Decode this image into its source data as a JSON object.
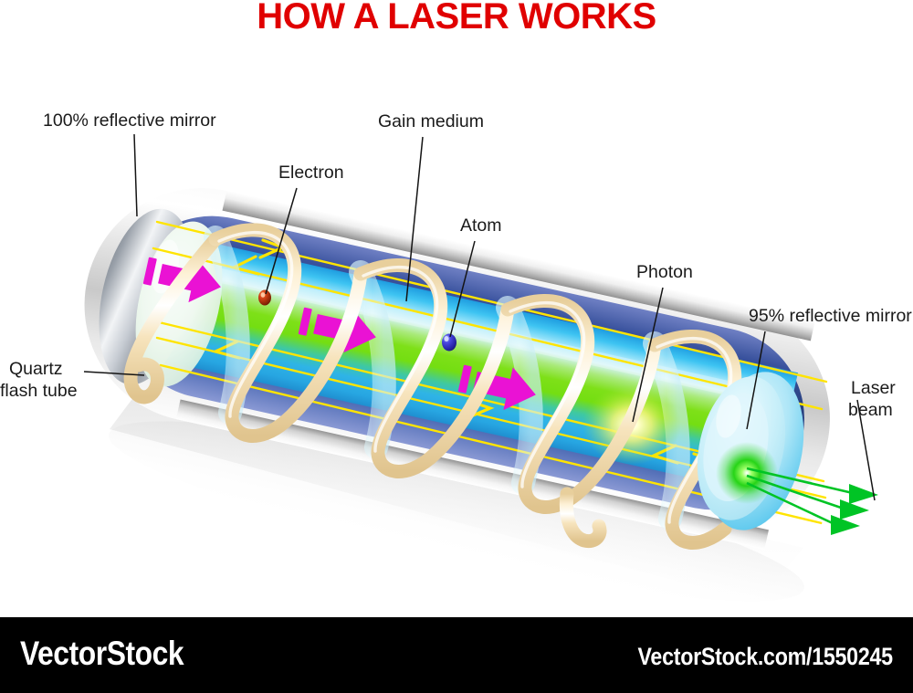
{
  "title": "HOW A LASER WORKS",
  "title_color": "#e00000",
  "labels": {
    "mirror_100": "100% reflective mirror",
    "electron": "Electron",
    "gain_medium": "Gain medium",
    "atom": "Atom",
    "photon": "Photon",
    "mirror_95": "95% reflective mirror",
    "quartz_line1": "Quartz",
    "quartz_line2": "flash tube",
    "laser_line1": "Laser",
    "laser_line2": "beam"
  },
  "footer": {
    "brand": "VectorStock",
    "url": "VectorStock.com/1550245",
    "background": "#000000",
    "text_color": "#ffffff"
  },
  "colors": {
    "outer_shell": "#d8d8d8",
    "inner_blue": "#2d4a8f",
    "core_cyan": "#29b6f0",
    "core_green": "#76e015",
    "flash_tube": "#f6e2b8",
    "pump_arrow": "#ea12d4",
    "light_ray": "#ffe400",
    "laser_beam": "#00c425",
    "electron": "#a52a0a",
    "atom": "#3a34c8",
    "photon_glow": "#fffbc0",
    "mirror_back": "#9aa2ac",
    "mirror_out": "#b9e8f5"
  },
  "diagram": {
    "type": "schematic-cutaway",
    "subject": "optically pumped solid-state laser cavity",
    "axis_tilt_deg": 13,
    "components": [
      {
        "name": "100% reflective mirror",
        "position": "left end of cavity",
        "reflectivity_pct": 100
      },
      {
        "name": "Quartz flash tube",
        "position": "helix wrapped around gain medium",
        "turns": 4
      },
      {
        "name": "Gain medium",
        "position": "central rod inside cavity"
      },
      {
        "name": "Electron",
        "position": "upper-left inside gain medium"
      },
      {
        "name": "Atom",
        "position": "center inside gain medium"
      },
      {
        "name": "Photon",
        "position": "right-of-center inside gain medium"
      },
      {
        "name": "95% reflective mirror",
        "position": "right end of cavity",
        "reflectivity_pct": 95
      },
      {
        "name": "Laser beam",
        "position": "exiting right mirror",
        "rays": 3
      }
    ],
    "pump_arrows": 3,
    "light_rays": 4
  }
}
